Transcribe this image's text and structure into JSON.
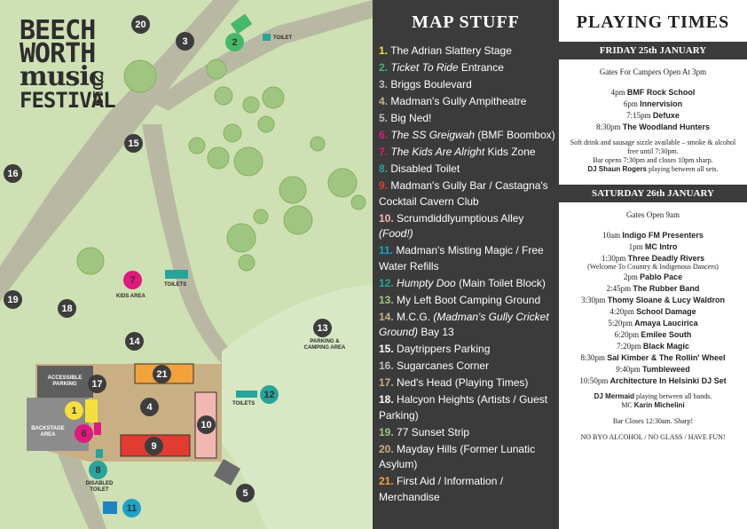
{
  "colors": {
    "map_bg": "#cfe0b4",
    "grass": "#9fc680",
    "road": "#b9b9a3",
    "dark": "#3b3b3b",
    "brown": "#c9b084",
    "yellow": "#f3e03b",
    "orange": "#f2a23a",
    "red": "#e23b32",
    "pink": "#f3b7b1",
    "teal": "#27a59b",
    "blue": "#1c86c4"
  },
  "logo": {
    "lines": [
      "BEECH",
      "WORTH",
      "music",
      "FESTIVAL"
    ],
    "year": "2019"
  },
  "map_labels": {
    "toilet_top": "TOILET",
    "kids_area": "KIDS AREA",
    "toilets_mid": "TOILETS",
    "parking_camping": "PARKING & CAMPING AREA",
    "accessible_parking": "ACCESSIBLE PARKING",
    "backstage": "BACKSTAGE AREA",
    "toilets_right": "TOILETS",
    "disabled_toilet": "DISABLED TOILET"
  },
  "pins": {
    "p1": "1",
    "p2": "2",
    "p3": "3",
    "p4": "4",
    "p5": "5",
    "p6": "6",
    "p7": "7",
    "p8": "8",
    "p9": "9",
    "p10": "10",
    "p11": "11",
    "p12": "12",
    "p13": "13",
    "p14": "14",
    "p15": "15",
    "p16": "16",
    "p17": "17",
    "p18": "18",
    "p19": "19",
    "p20": "20",
    "p21": "21"
  },
  "legend": {
    "title": "MAP STUFF",
    "items": [
      {
        "num": "1.",
        "color": "#f3e03b",
        "text": "The Adrian Slattery Stage"
      },
      {
        "num": "2.",
        "color": "#46b86a",
        "text": "Ticket To Ride Entrance"
      },
      {
        "num": "3.",
        "color": "#bdbdbd",
        "text": "Briggs Boulevard"
      },
      {
        "num": "4.",
        "color": "#c9b084",
        "text": "Madman's Gully Ampitheatre"
      },
      {
        "num": "5.",
        "color": "#bdbdbd",
        "text": "Big Ned!"
      },
      {
        "num": "6.",
        "color": "#e0197d",
        "text": "The SS Greigwah (BMF Boombox)"
      },
      {
        "num": "7.",
        "color": "#e0197d",
        "text": "The Kids Are Alright Kids Zone"
      },
      {
        "num": "8.",
        "color": "#27a59b",
        "text": "Disabled Toilet"
      },
      {
        "num": "9.",
        "color": "#e23b32",
        "text": "Madman's Gully Bar / Castagna's Cocktail Cavern Club"
      },
      {
        "num": "10.",
        "color": "#f3b7b1",
        "text": "Scrumdiddlyumptious Alley (Food!)"
      },
      {
        "num": "11.",
        "color": "#1aa5c8",
        "text": "Madman's Misting Magic / Free Water Refills"
      },
      {
        "num": "12.",
        "color": "#27a59b",
        "text": "Humpty Doo (Main Toilet Block)"
      },
      {
        "num": "13.",
        "color": "#9fc680",
        "text": "My Left Boot Camping Ground"
      },
      {
        "num": "14.",
        "color": "#c9b084",
        "text": "M.C.G. (Madman's Gully Cricket Ground) Bay 13"
      },
      {
        "num": "15.",
        "color": "#ffffff",
        "text": "Daytrippers Parking"
      },
      {
        "num": "16.",
        "color": "#bdbdbd",
        "text": "Sugarcanes Corner"
      },
      {
        "num": "17.",
        "color": "#c9b084",
        "text": "Ned's Head (Playing Times)"
      },
      {
        "num": "18.",
        "color": "#ffffff",
        "text": "Halcyon Heights (Artists / Guest Parking)"
      },
      {
        "num": "19.",
        "color": "#9fc680",
        "text": "77 Sunset Strip"
      },
      {
        "num": "20.",
        "color": "#c9b084",
        "text": "Mayday Hills (Former Lunatic Asylum)"
      },
      {
        "num": "21.",
        "color": "#f2a23a",
        "text": "First Aid / Information / Merchandise"
      }
    ]
  },
  "times": {
    "title": "PLAYING TIMES",
    "friday": {
      "header": "FRIDAY 25th JANUARY",
      "gates": "Gates For Campers Open At 3pm",
      "acts": [
        {
          "time": "4pm",
          "name": "BMF Rock School"
        },
        {
          "time": "6pm",
          "name": "Innervision"
        },
        {
          "time": "7:15pm",
          "name": "Defuxe"
        },
        {
          "time": "8:30pm",
          "name": "The Woodland Hunters"
        }
      ],
      "note1": "Soft drink and sausage sizzle available – smoke & alcohol free until 7:30pm.",
      "note2": "Bar opens 7:30pm and closes 10pm sharp.",
      "dj_name": "DJ Shaun Rogers",
      "dj_suffix": "playing between all sets."
    },
    "saturday": {
      "header": "SATURDAY 26th JANUARY",
      "gates": "Gates Open 9am",
      "acts": [
        {
          "time": "10am",
          "name": "Indigo FM Presenters"
        },
        {
          "time": "1pm",
          "name": "MC Intro"
        },
        {
          "time": "1:30pm",
          "name": "Three Deadly Rivers"
        },
        {
          "time": "2pm",
          "name": "Pablo Pace"
        },
        {
          "time": "2:45pm",
          "name": "The Rubber Band"
        },
        {
          "time": "3:30pm",
          "name": "Thomy Sloane & Lucy Waldron"
        },
        {
          "time": "4:20pm",
          "name": "School Damage"
        },
        {
          "time": "5:20pm",
          "name": "Amaya Laucirica"
        },
        {
          "time": "6:20pm",
          "name": "Emilee South"
        },
        {
          "time": "7:20pm",
          "name": "Black Magic"
        },
        {
          "time": "8:30pm",
          "name": "Sal Kimber & The Rollin' Wheel"
        },
        {
          "time": "9:40pm",
          "name": "Tumbleweed"
        },
        {
          "time": "10:50pm",
          "name": "Architecture In Helsinki DJ Set"
        }
      ],
      "welcome": "(Welcome To Country & Indigenous Dancers)",
      "dj_name": "DJ Mermaid",
      "dj_suffix": "playing between all bands.",
      "mc_prefix": "MC",
      "mc_name": "Karin Michelini",
      "bar_close": "Bar Closes 12:30am. Sharp!",
      "footer": "NO BYO ALCOHOL / NO GLASS / HAVE FUN!"
    }
  }
}
